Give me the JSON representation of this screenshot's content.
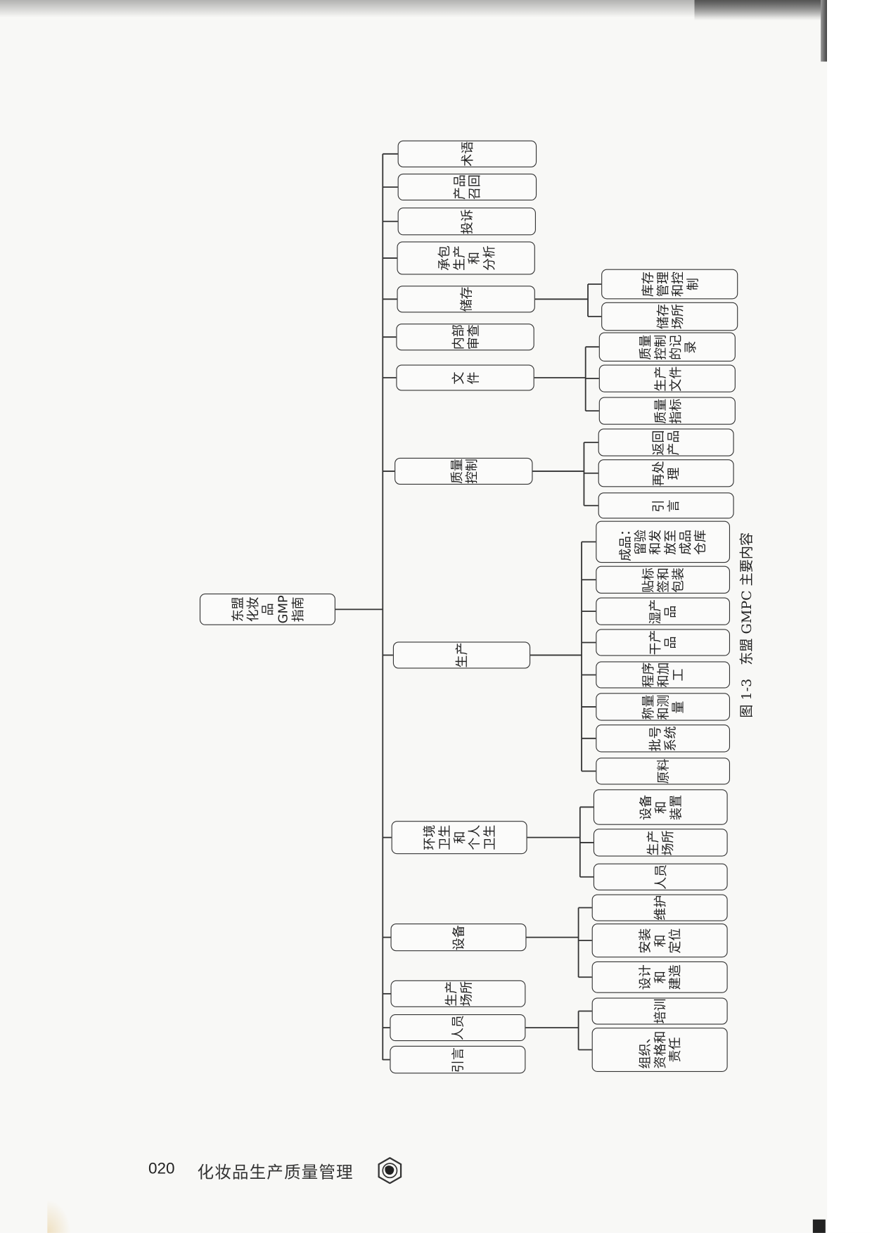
{
  "diagram": {
    "root": "东盟\n化妆\n品\nGMP\n指南",
    "sections": [
      {
        "label": "术语",
        "children": []
      },
      {
        "label": "产品召回",
        "children": []
      },
      {
        "label": "投诉",
        "children": []
      },
      {
        "label": "承包\n生产\n和\n分析",
        "children": []
      },
      {
        "label": "储存",
        "children": [
          "库存管理和控制",
          "储存场所"
        ]
      },
      {
        "label": "内部审查",
        "children": []
      },
      {
        "label": "文件",
        "children": [
          "质量控制的记录",
          "生产文件",
          "质量指标"
        ]
      },
      {
        "label": "质量控制",
        "children": [
          "返回产品",
          "再处理",
          "引言"
        ]
      },
      {
        "label": "生产",
        "children": [
          "成品：\n留验\n和发\n放至\n成品\n仓库",
          "贴标签和包装",
          "湿产品",
          "干产品",
          "程序和加工",
          "称量和测量",
          "批号系统",
          "原料"
        ]
      },
      {
        "label": "环境\n卫生\n和\n个人\n卫生",
        "children": [
          "设备\n和\n装置",
          "生产场所",
          "人员"
        ]
      },
      {
        "label": "设备",
        "children": [
          "维护",
          "安装\n和\n定位",
          "设计\n和\n建造"
        ]
      },
      {
        "label": "生产场所",
        "children": []
      },
      {
        "label": "人员",
        "children": [
          "培训",
          "组织、\n资格和\n责任"
        ]
      },
      {
        "label": "引言",
        "children": []
      }
    ]
  },
  "caption": "图 1-3　东盟 GMPC 主要内容",
  "footer": {
    "page_number": "020",
    "book_title": "化妆品生产质量管理",
    "logo_icon": "hexagon-publisher-logo-icon"
  }
}
